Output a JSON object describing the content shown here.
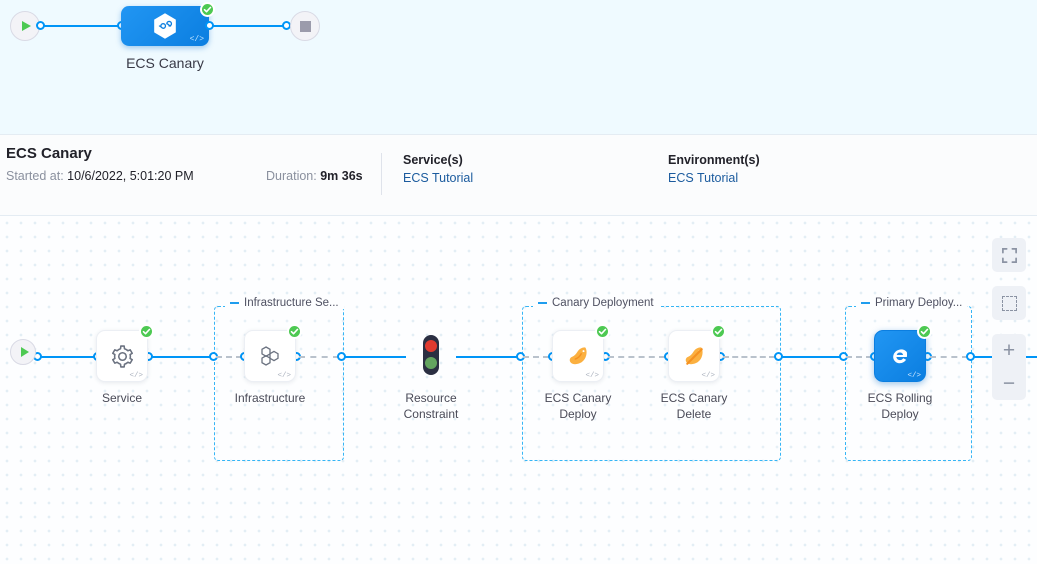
{
  "minimap": {
    "start_icon": "play-icon",
    "stop_icon": "stop-icon",
    "node": {
      "label": "ECS Canary",
      "icon": "harness-infinity-hexagon-icon",
      "code_glyph": "</>",
      "status": "success"
    }
  },
  "execution": {
    "title": "ECS Canary",
    "started_label": "Started at",
    "started_value": "10/6/2022, 5:01:20 PM",
    "duration_label": "Duration",
    "duration_value": "9m 36s",
    "services_label": "Service(s)",
    "services_value": "ECS Tutorial",
    "environments_label": "Environment(s)",
    "environments_value": "ECS Tutorial"
  },
  "canvas": {
    "groups": [
      {
        "label": "Infrastructure Se..."
      },
      {
        "label": "Canary Deployment"
      },
      {
        "label": "Primary Deploy..."
      }
    ],
    "nodes": [
      {
        "label": "Service",
        "icon": "gear-icon",
        "status": "success",
        "code_glyph": "</>"
      },
      {
        "label": "Infrastructure",
        "icon": "hexagon-cluster-icon",
        "status": "success",
        "code_glyph": "</>"
      },
      {
        "label": "Resource\nConstraint",
        "label_line1": "Resource",
        "label_line2": "Constraint",
        "icon": "traffic-light-icon",
        "status": "none"
      },
      {
        "label_line1": "ECS Canary",
        "label_line2": "Deploy",
        "icon": "canary-bird-icon",
        "status": "success",
        "code_glyph": "</>"
      },
      {
        "label_line1": "ECS Canary",
        "label_line2": "Delete",
        "icon": "canary-bird-delete-icon",
        "status": "success",
        "code_glyph": "</>"
      },
      {
        "label_line1": "ECS Rolling",
        "label_line2": "Deploy",
        "icon": "ecs-rolling-deploy-icon",
        "status": "success",
        "code_glyph": "</>",
        "selected": true
      }
    ],
    "controls": {
      "fullscreen": "fullscreen-icon",
      "minimap": "minimap-toggle-icon",
      "zoom_in": "+",
      "zoom_out": "−"
    }
  },
  "colors": {
    "accent_blue": "#0095f7",
    "node_blue": "#0b7ee0",
    "success_green": "#4dc952",
    "group_border": "#35b5f5",
    "link_blue": "#1b5b9e",
    "canary_orange": "#f5a623",
    "traffic_red": "#e03a2f",
    "traffic_green": "#63a45f"
  }
}
